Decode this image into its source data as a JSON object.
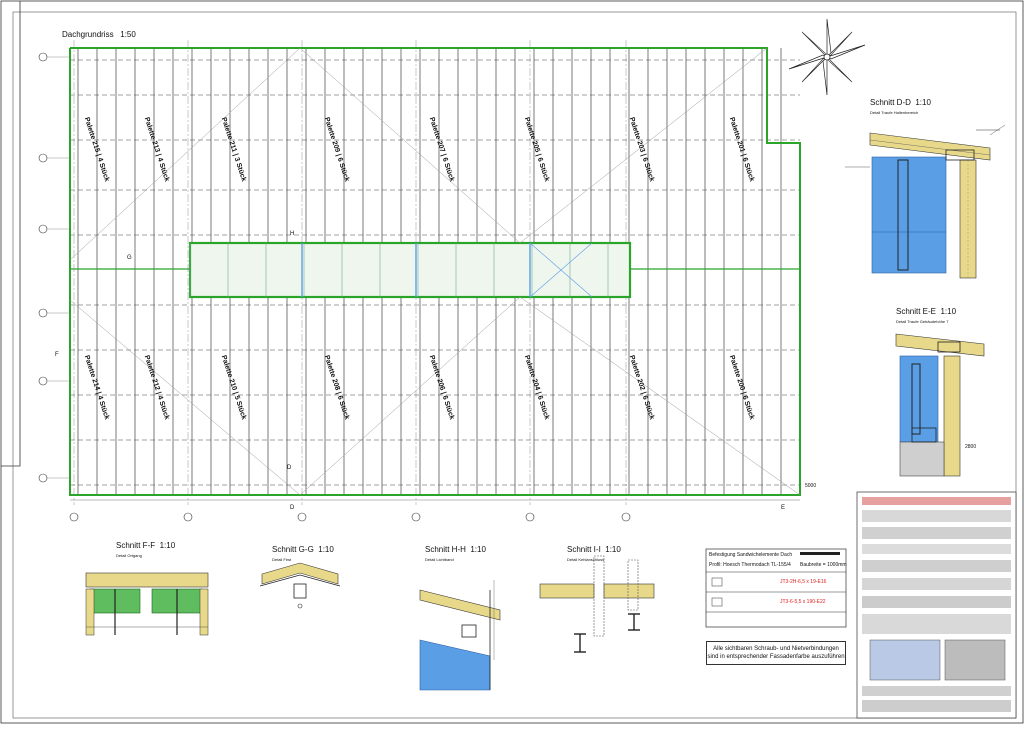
{
  "plan": {
    "title": "Dachgrundriss",
    "scale": "1:50",
    "dim_total": "5000",
    "dim_right": "2800",
    "axis_letters": [
      "D",
      "E"
    ],
    "section_marks": [
      "G",
      "H",
      "F",
      "D"
    ],
    "pallets_top": [
      "Palette 215 | 4 Stück",
      "Palette 213 | 4 Stück",
      "Palette 211 | 3 Stück",
      "Palette 209 | 6 Stück",
      "Palette 207 | 6 Stück",
      "Palette 205 | 6 Stück",
      "Palette 203 | 6 Stück",
      "Palette 201 | 6 Stück"
    ],
    "pallets_bottom": [
      "Palette 214 | 4 Stück",
      "Palette 212 | 4 Stück",
      "Palette 210 | 5 Stück",
      "Palette 208 | 6 Stück",
      "Palette 206 | 6 Stück",
      "Palette 204 | 6 Stück",
      "Palette 202 | 6 Stück",
      "Palette 200 | 6 Stück"
    ]
  },
  "sections": {
    "dd": {
      "title": "Schnitt D-D",
      "scale": "1:10",
      "sub": "Detail Traufe Hallenbereich"
    },
    "ee": {
      "title": "Schnitt E-E",
      "scale": "1:10",
      "sub": "Detail Traufe Gebäudehöhe 7"
    },
    "ff": {
      "title": "Schnitt F-F",
      "scale": "1:10",
      "sub": "Detail Ortgang"
    },
    "gg": {
      "title": "Schnitt G-G",
      "scale": "1:10",
      "sub": "Detail First"
    },
    "hh": {
      "title": "Schnitt H-H",
      "scale": "1:10",
      "sub": "Detail Lichtband"
    },
    "ii": {
      "title": "Schnitt I-I",
      "scale": "1:10",
      "sub": "Detail Kehlanschluss"
    }
  },
  "fastening": {
    "title": "Befestigung Sandwichelemente Dach",
    "profile": "Profil: Hoesch Thermodach TL-155/4",
    "width": "Baubreite = 1000mm",
    "red1": "JT3-2H-6,5 x 19-E16",
    "red2": "JT3-6-5,5 x 190-E22"
  },
  "note": "Alle sichtbaren Schraub- und Nietverbindungen sind in entsprechender Fassadenfarbe auszuführen",
  "colors": {
    "structure": "#2aa52a",
    "panel": "#5a9fe6",
    "insulation": "#e8d98a",
    "line": "#222222"
  }
}
